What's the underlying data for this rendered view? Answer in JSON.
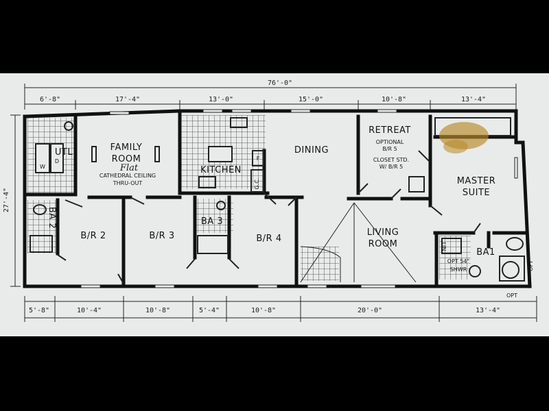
{
  "dimensions": {
    "overall_length": "76'-0\"",
    "top": [
      "6'-8\"",
      "17'-4\"",
      "13'-0\"",
      "15'-0\"",
      "10'-8\"",
      "13'-4\""
    ],
    "bottom": [
      "5'-8\"",
      "10'-4\"",
      "10'-8\"",
      "5'-4\"",
      "10'-8\"",
      "20'-0\"",
      "13'-4\""
    ],
    "side": "27'-4\""
  },
  "rooms": {
    "utl": "UTL",
    "w": "W",
    "d": "D",
    "family_room_1": "FAMILY",
    "family_room_2": "ROOM",
    "flat_note": "Flat",
    "cathedral": "CATHEDRAL CEILING",
    "thru_out": "THRU-OUT",
    "kitchen": "KITCHEN",
    "gc": "G.C.",
    "f": "F",
    "dining": "DINING",
    "retreat": "RETREAT",
    "optional": "OPTIONAL",
    "br5": "B/R 5",
    "closet_std": "CLOSET STD.",
    "w_br5": "W/ B/R 5",
    "master_1": "MASTER",
    "master_2": "SUITE",
    "br2": "B/R 2",
    "br3": "B/R 3",
    "ba2": "BA 2",
    "ba3": "BA 3",
    "br4": "B/R 4",
    "living_1": "LIVING",
    "living_2": "ROOM",
    "ba1": "BA1",
    "lin": "LIN",
    "opt_shwr_1": "OPT 54\"",
    "opt_shwr_2": "SHWR",
    "opt": "OPT",
    "opt2": "OPT"
  }
}
